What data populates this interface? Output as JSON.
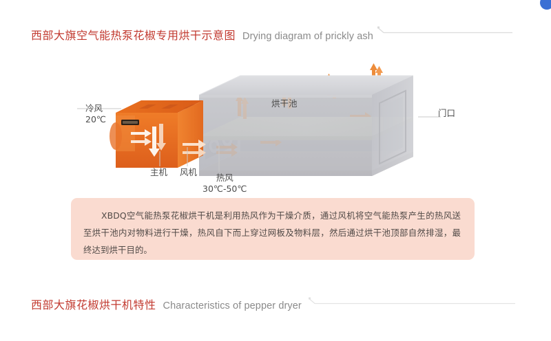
{
  "page": {
    "background_color": "#ffffff",
    "accent_red": "#c23a30",
    "accent_orange": "#e26a20",
    "panel_pink": "#fadbd0",
    "blue_dot_color": "#3b6fd4"
  },
  "sections": {
    "top": {
      "title_cn": "西部大旗空气能热泵花椒专用烘干示意图",
      "title_en": "Drying diagram of prickly ash"
    },
    "bottom": {
      "title_cn": "西部大旗花椒烘干机特性",
      "title_en": "Characteristics of pepper dryer"
    }
  },
  "diagram": {
    "labels": {
      "cold_air_line1": "冷风",
      "cold_air_line2": "20℃",
      "drying_pool": "烘干池",
      "door": "门口",
      "host_unit": "主机",
      "fan": "风机",
      "hot_air_line1": "热风",
      "hot_air_line2": "30℃-50℃"
    }
  },
  "description": {
    "body": "XBDQ空气能热泵花椒烘干机是利用热风作为干燥介质，通过风机将空气能热泵产生的热风送至烘干池内对物料进行干燥，热风自下而上穿过网板及物料层，然后通过烘干池顶部自然排湿，最终达到烘干目的。"
  }
}
